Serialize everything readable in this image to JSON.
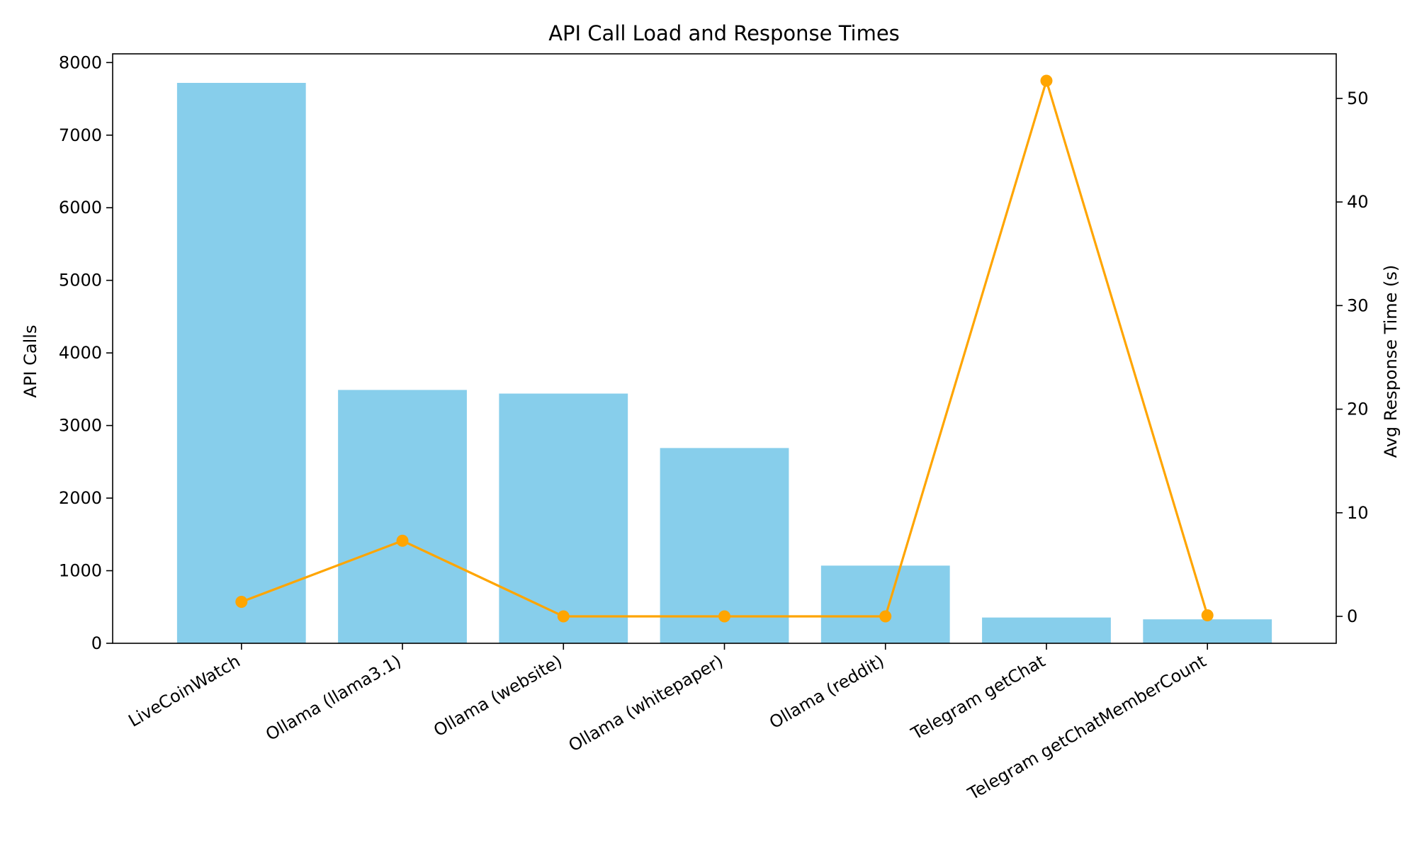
{
  "chart_data": {
    "type": "bar+line",
    "title": "API Call Load and Response Times",
    "categories": [
      "LiveCoinWatch",
      "Ollama (llama3.1)",
      "Ollama (website)",
      "Ollama (whitepaper)",
      "Ollama (reddit)",
      "Telegram getChat",
      "Telegram getChatMemberCount"
    ],
    "series": [
      {
        "kind": "bar",
        "axis": "left",
        "color": "#87CEEB",
        "values": [
          7720,
          3490,
          3440,
          2690,
          1070,
          355,
          330
        ]
      },
      {
        "kind": "line",
        "axis": "right",
        "color": "#FFA500",
        "values": [
          1.4,
          7.3,
          0.0,
          0.0,
          0.0,
          51.7,
          0.1
        ]
      }
    ],
    "ylabel": "API Calls",
    "ylabel_right": "Avg Response Time (s)",
    "ylim": [
      0,
      8120
    ],
    "ylim_right": [
      -2.6,
      54.3
    ],
    "yticks": [
      0,
      1000,
      2000,
      3000,
      4000,
      5000,
      6000,
      7000,
      8000
    ],
    "yticks_right": [
      0,
      10,
      20,
      30,
      40,
      50
    ],
    "grid": false,
    "legend": "none"
  }
}
